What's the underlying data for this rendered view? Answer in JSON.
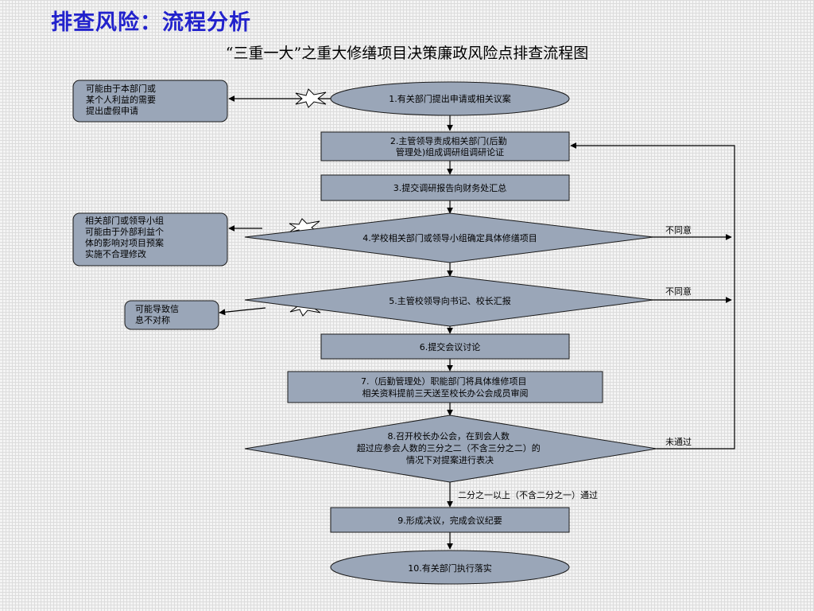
{
  "page_title": "排查风险：流程分析",
  "chart_title": "“三重一大”之重大修缮项目决策廉政风险点排查流程图",
  "steps": {
    "s1": [
      "1.有关部门提出申请或相关议案"
    ],
    "s2": [
      "2.主管领导责成相关部门(后勤",
      "管理处)组成调研组调研论证"
    ],
    "s3": [
      "3.提交调研报告向财务处汇总"
    ],
    "s4": [
      "4.学校相关部门或领导小组确定具体修缮项目"
    ],
    "s5": [
      "5.主管校领导向书记、校长汇报"
    ],
    "s6": [
      "6.提交会议讨论"
    ],
    "s7": [
      "7.（后勤管理处）职能部门将具体维修项目",
      "相关资料提前三天送至校长办公会成员审阅"
    ],
    "s8": [
      "8.召开校长办公会，在到会人数",
      "超过应参会人数的三分之二（不含三分之二）的",
      "情况下对提案进行表决"
    ],
    "s9": [
      "9.形成决议，完成会议纪要"
    ],
    "s10": [
      "10.有关部门执行落实"
    ]
  },
  "risks": {
    "r1": [
      "可能由于本部门或",
      "某个人利益的需要",
      "提出虚假申请"
    ],
    "r2": [
      "相关部门或领导小组",
      "可能由于外部利益个",
      "体的影响对项目预案",
      "实施不合理修改"
    ],
    "r3": [
      "可能导致信",
      "息不对称"
    ]
  },
  "edge_labels": {
    "disagree_4": "不同意",
    "disagree_5": "不同意",
    "not_passed": "未通过",
    "passed": "二分之一以上（不含二分之一）通过"
  },
  "colors": {
    "box_fill": "#9aa6b8",
    "box_stroke": "#1a1a1a",
    "title_blue": "#2222cc",
    "star_fill": "#ffffff"
  }
}
